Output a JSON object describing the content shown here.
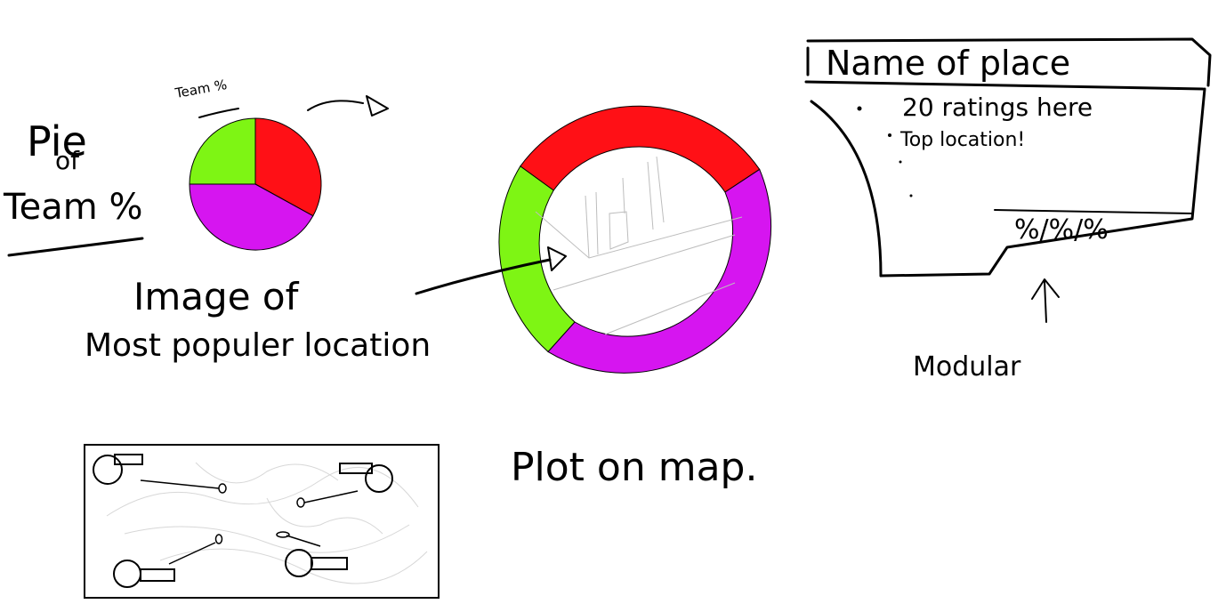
{
  "pie_section": {
    "title_line1": "Pie",
    "title_line2": "of",
    "title_line3": "Team %",
    "small_label": "Team %",
    "slices": [
      {
        "name": "red",
        "value": 0.33,
        "color": "#ff1016"
      },
      {
        "name": "purple",
        "value": 0.42,
        "color": "#d615f0"
      },
      {
        "name": "green",
        "value": 0.25,
        "color": "#7ef514"
      }
    ]
  },
  "ring_section": {
    "label_line1": "Image of",
    "label_line2": "Most populer location",
    "ring_colors": {
      "red": "#ff1016",
      "purple": "#d615f0",
      "green": "#7ef514"
    }
  },
  "place_card": {
    "title": "Name of place",
    "bullet_1": "20 ratings here",
    "bullet_2": "Top location!",
    "percentages": "%/%/%",
    "annotation": "Modular"
  },
  "map_section": {
    "caption": "Plot on map."
  }
}
